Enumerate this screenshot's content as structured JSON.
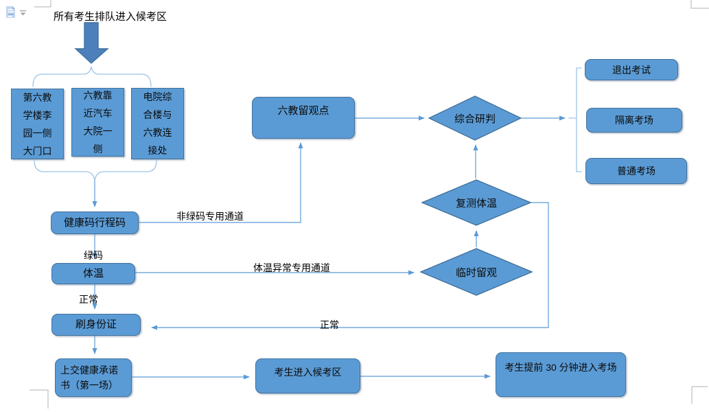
{
  "header": {
    "title": "所有考生排队进入候考区"
  },
  "icons": {
    "paste_options": "document-icon",
    "dropdown": "caret-down-icon"
  },
  "colors": {
    "shape_fill": "#5b9bd5",
    "shape_stroke": "#41719c",
    "big_arrow_fill": "#4c80bc",
    "connector": "#5b9bd5",
    "brace": "#9dc3e6",
    "crop_mark": "#bfbfbf"
  },
  "entry_gates": [
    {
      "label": "第六教学楼李园一侧大门口"
    },
    {
      "label": "六教靠近汽车大院一侧"
    },
    {
      "label": "电院综合楼与六教连接处"
    }
  ],
  "process": {
    "health_code": "健康码行程码",
    "temperature": "体温",
    "id_check": "刷身份证",
    "commitment": "上交健康承诺书（第一场）",
    "waiting_area": "考生进入候考区",
    "enter_room": "考生提前 30 分钟进入考场",
    "observation_point": "六教留观点"
  },
  "decisions": {
    "judgment": "综合研判",
    "retest": "复测体温",
    "temp_observation": "临时留观"
  },
  "outcomes": [
    "退出考试",
    "隔离考场",
    "普通考场"
  ],
  "edge_labels": {
    "non_green_channel": "非绿码专用通道",
    "green_code": "绿码",
    "abnormal_channel": "体温异常专用通道",
    "normal_after_temp": "正常",
    "normal_after_retest": "正常"
  }
}
